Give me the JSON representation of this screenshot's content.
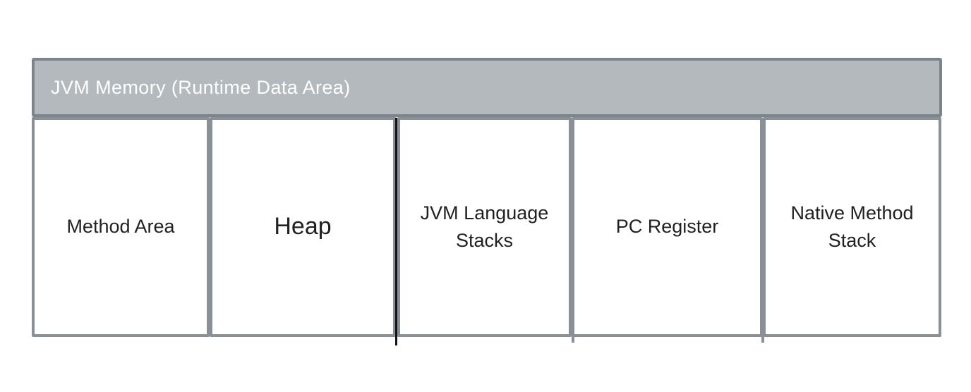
{
  "diagram": {
    "title": "JVM Memory (Runtime Data Area)",
    "boxes": [
      {
        "label": "Method Area"
      },
      {
        "label": "Heap"
      },
      {
        "label": "JVM Language Stacks"
      },
      {
        "label": "PC Register"
      },
      {
        "label": "Native Method Stack"
      }
    ],
    "colors": {
      "header_fill": "#b4b9bd",
      "header_border": "#7d848c",
      "box_border": "#8a9097",
      "title_text": "#ffffff",
      "label_text": "#1e2022",
      "accent_stroke": "#141414"
    }
  }
}
